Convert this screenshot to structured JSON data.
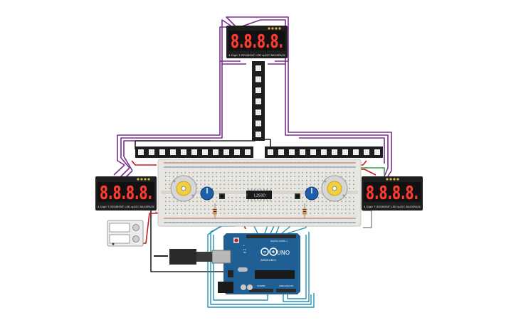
{
  "colors": {
    "pcb_dark": "#1e1e1e",
    "pcb_blue": "#1f5f94",
    "segment_red": "#ff3b30",
    "breadboard": "#e8e6e1",
    "rail_red": "#d0312d",
    "rail_blue": "#2d6fc7",
    "wire_purple": "#7b2d8e",
    "wire_green": "#2fa43a",
    "wire_blue": "#2492b5",
    "wire_red": "#c41c1c",
    "wire_black": "#222222",
    "knob_blue": "#1d5fa8",
    "motor_yellow": "#f4d03f"
  },
  "displays": [
    {
      "id": "top",
      "digits": "8.8.8.8.",
      "caption": "4 Digit 7-SEGMENT LED w/I2C BACKPACK"
    },
    {
      "id": "left",
      "digits": "8.8.8.8.",
      "caption": "4 Digit 7-SEGMENT LED w/I2C BACKPACK"
    },
    {
      "id": "right",
      "digits": "8.8.8.8.",
      "caption": "4 Digit 7-SEGMENT LED w/I2C BACKPACK"
    }
  ],
  "neopixel_strips": [
    {
      "id": "vertical",
      "pixel_count": 7
    },
    {
      "id": "horizontal-left",
      "pixel_count": 11
    },
    {
      "id": "horizontal-right",
      "pixel_count": 11
    }
  ],
  "chip": {
    "label": "L293D"
  },
  "arduino": {
    "model": "UNO",
    "brand": "ARDUINO",
    "labels": {
      "digital": "DIGITAL (PWM~)",
      "power": "POWER",
      "analog": "ANALOG IN",
      "tx": "TX",
      "rx": "RX",
      "l": "L"
    }
  },
  "battery_pack": {
    "cells": 2
  },
  "icons": [
    "usb-cable-icon",
    "potentiometer-knob-icon",
    "dc-motor-icon",
    "resistor-icon",
    "push-button-icon"
  ]
}
